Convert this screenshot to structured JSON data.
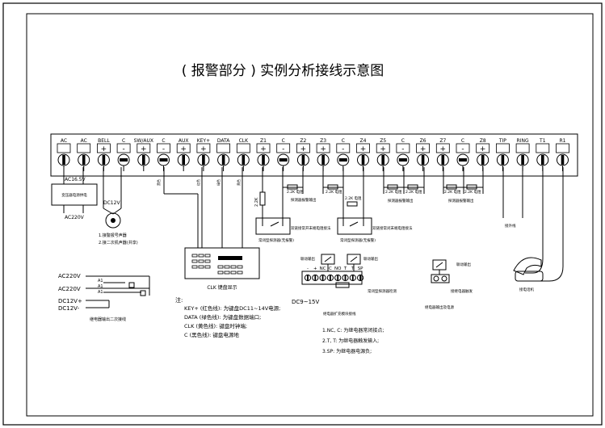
{
  "title": "( 报警部分 ) 实例分析接线示意图",
  "terminals": [
    {
      "label": "AC",
      "sign": ""
    },
    {
      "label": "AC",
      "sign": ""
    },
    {
      "label": "BELL",
      "sign": "+"
    },
    {
      "label": "C",
      "sign": "-"
    },
    {
      "label": "SW/AUX",
      "sign": "+"
    },
    {
      "label": "C",
      "sign": "-"
    },
    {
      "label": "AUX",
      "sign": "+"
    },
    {
      "label": "KEY+",
      "sign": "+"
    },
    {
      "label": "DATA",
      "sign": ""
    },
    {
      "label": "CLK",
      "sign": ""
    },
    {
      "label": "Z1",
      "sign": "+"
    },
    {
      "label": "C",
      "sign": "-"
    },
    {
      "label": "Z2",
      "sign": "+"
    },
    {
      "label": "Z3",
      "sign": "+"
    },
    {
      "label": "C",
      "sign": "-"
    },
    {
      "label": "Z4",
      "sign": "+"
    },
    {
      "label": "Z5",
      "sign": "+"
    },
    {
      "label": "C",
      "sign": "-"
    },
    {
      "label": "Z6",
      "sign": "+"
    },
    {
      "label": "Z7",
      "sign": "+"
    },
    {
      "label": "C",
      "sign": "-"
    },
    {
      "label": "Z8",
      "sign": "+"
    },
    {
      "label": "TIP",
      "sign": ""
    },
    {
      "label": "RING",
      "sign": ""
    },
    {
      "label": "T1",
      "sign": ""
    },
    {
      "label": "R1",
      "sign": ""
    }
  ],
  "power": {
    "ac_top": "AC16.5V",
    "ac_bottom": "AC220V",
    "box_label": "变压器电源供电",
    "dc": "DC12V"
  },
  "siren": {
    "note1": "1.接警报号声器",
    "note2": "2.接二次机声器(共享)"
  },
  "resistors": {
    "r1": "2.2K",
    "r2": "2.2K 电阻",
    "r3": "2.2K 电阻",
    "r4": "2.2K 电阻",
    "r5": "2.2K 电阻",
    "r6": "2.2K 电阻",
    "r7": "2.2K 电阻",
    "r8": "2.2K 电阻",
    "r9": "2.2K 电阻"
  },
  "zone_notes": {
    "z2": "探测器报警输出",
    "z5": "探测器报警输出",
    "z7": "探测器报警输出",
    "z1_box": "常闭型探测器(无报警)",
    "z1_desc": "双链接常开末端电阻接法",
    "z3_box": "常闭型探测器(无报警)",
    "z3_desc": "双链接常闭末端电阻接法"
  },
  "tel": {
    "line_note": "接外线",
    "phone_label": "接电话机"
  },
  "keypad": {
    "label": "CLK 键盘显示"
  },
  "ac_wiring": {
    "ac1": "AC220V",
    "ac2": "AC220V",
    "a1": "A1",
    "a2": "A1",
    "a3": "A1",
    "dc_pos": "DC12V+",
    "dc_neg": "DC12V-",
    "note": "继电器输出二次接线"
  },
  "notes": {
    "head": "注:",
    "n1": "KEY+ (红色线): 为键盘DC11~14V电源;",
    "n2": "DATA (绿色线): 为键盘数据端口;",
    "n3": "CLK (黄色线): 键盘时钟端;",
    "n4": "C (黑色线): 键盘电源地"
  },
  "relay_module": {
    "label_left": "联动输出",
    "label_right": "联动输出",
    "terms": [
      "-",
      "+",
      "NC",
      "C",
      "NO",
      "T",
      "T",
      "SP"
    ],
    "dc": "DC9~15V",
    "note_right": "常闭型探测器检测",
    "caption": "继电器扩充模块接线",
    "n1": "1.NC, C: 为继电器常闭接点;",
    "n2": "2.T, T: 为继电器触发输入;",
    "n3": "3.SP: 为继电器电源负;"
  },
  "small_relay": {
    "label": "联动输出",
    "right": "接继电器触发",
    "caption": "继电器输出及电源"
  },
  "wire_labels": {
    "w_key": "红色",
    "w_data": "绿色",
    "w_clk": "黄色",
    "w_c": "黑色"
  }
}
